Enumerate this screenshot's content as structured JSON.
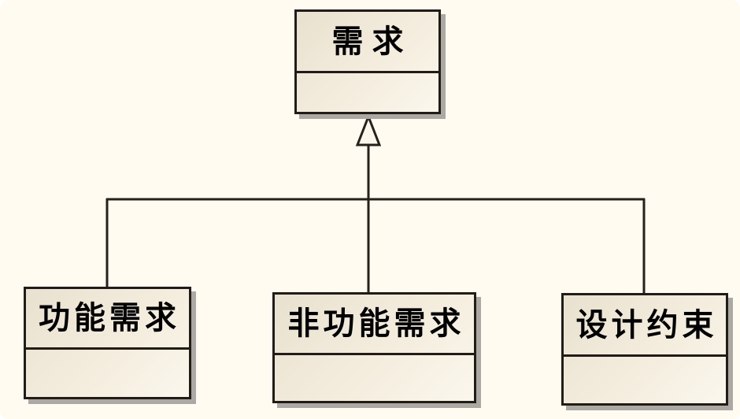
{
  "diagram": {
    "type": "uml-class-generalization",
    "nodes": [
      {
        "id": "requirement",
        "label": "需求"
      },
      {
        "id": "functional-requirement",
        "label": "功能需求"
      },
      {
        "id": "non-functional-requirement",
        "label": "非功能需求"
      },
      {
        "id": "design-constraint",
        "label": "设计约束"
      }
    ],
    "edges": [
      {
        "from": "功能需求",
        "to": "需求",
        "relation": "generalization"
      },
      {
        "from": "非功能需求",
        "to": "需求",
        "relation": "generalization"
      },
      {
        "from": "设计约束",
        "to": "需求",
        "relation": "generalization"
      }
    ],
    "colors": {
      "background": "#FFFBF0",
      "node_fill_light": "#FBF7ED",
      "node_fill_dark": "#E9E1CF",
      "node_border": "#211C16",
      "connector": "#26211B",
      "shadow": "#ACA9A5",
      "text": "#000000"
    }
  }
}
